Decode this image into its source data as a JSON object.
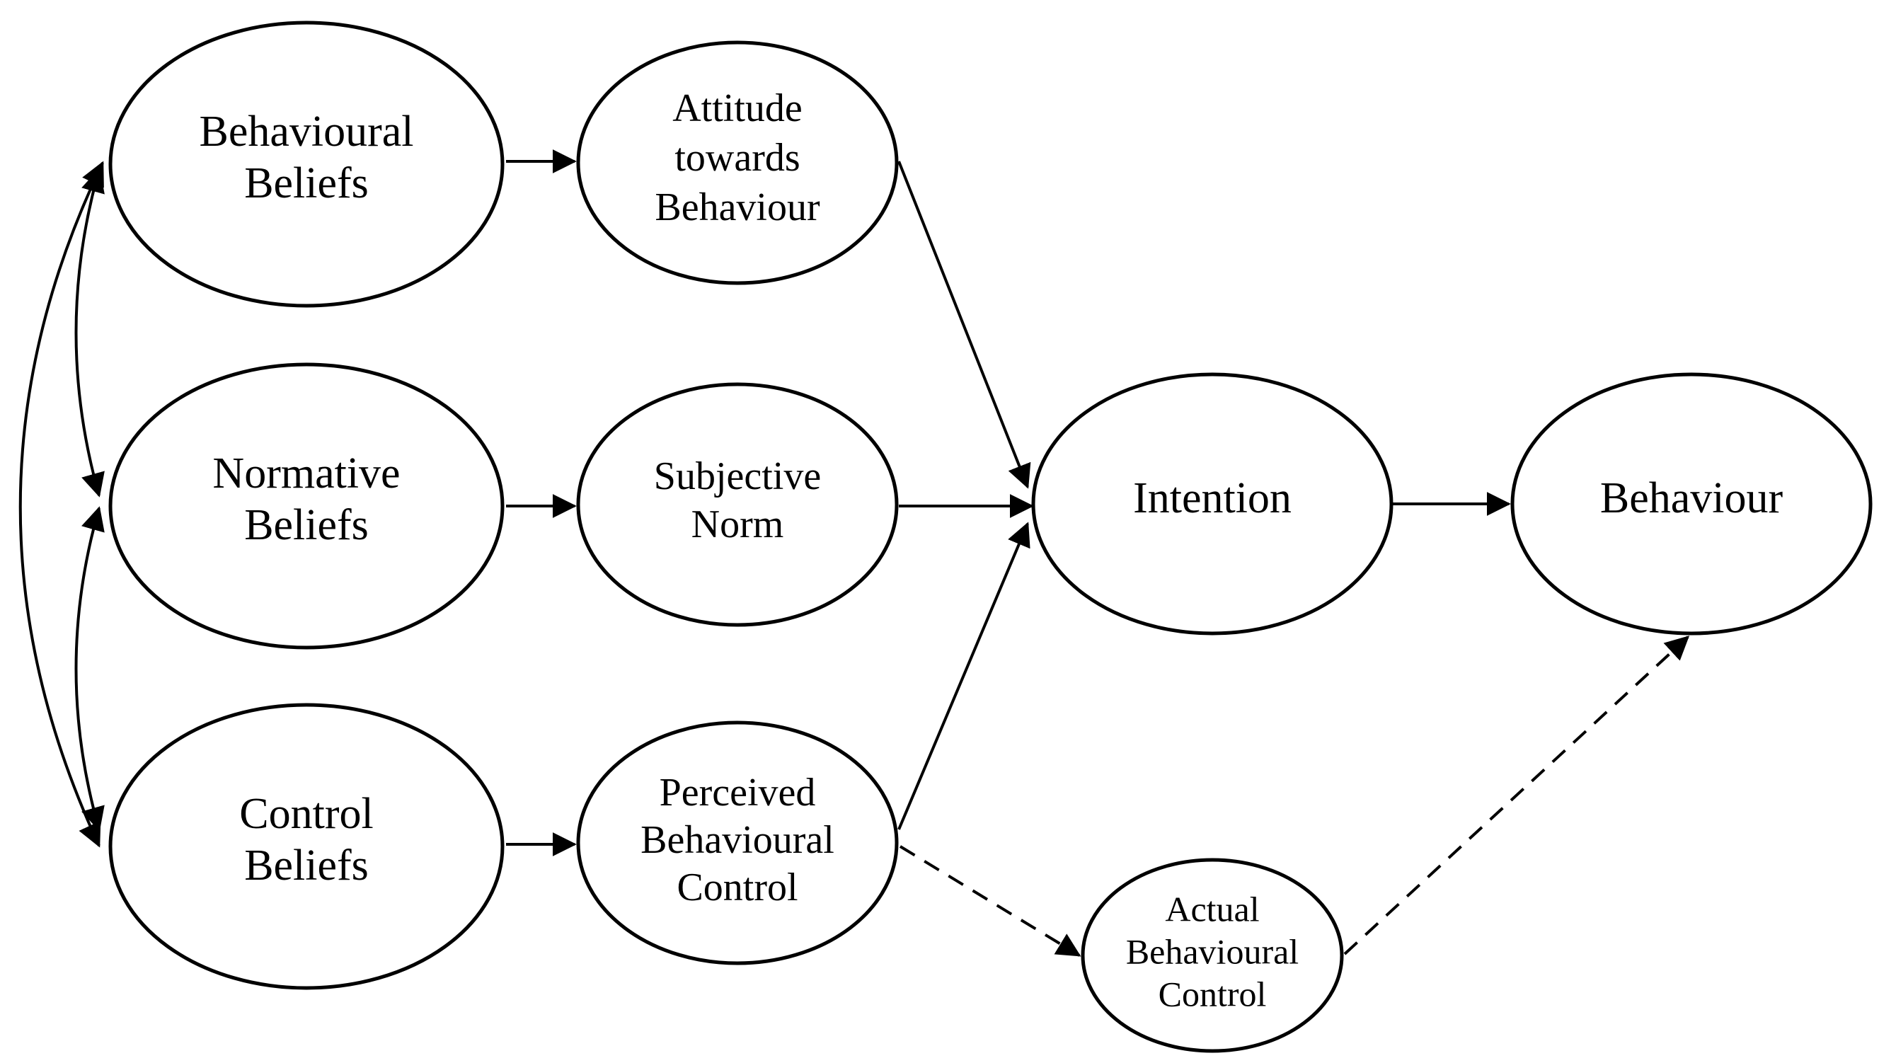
{
  "diagram": {
    "nodes": {
      "behavioural_beliefs": {
        "lines": [
          "Behavioural",
          "Beliefs"
        ]
      },
      "normative_beliefs": {
        "lines": [
          "Normative",
          "Beliefs"
        ]
      },
      "control_beliefs": {
        "lines": [
          "Control",
          "Beliefs"
        ]
      },
      "attitude": {
        "lines": [
          "Attitude",
          "towards",
          "Behaviour"
        ]
      },
      "subjective_norm": {
        "lines": [
          "Subjective",
          "Norm"
        ]
      },
      "perceived_control": {
        "lines": [
          "Perceived",
          "Behavioural",
          "Control"
        ]
      },
      "intention": {
        "lines": [
          "Intention"
        ]
      },
      "behaviour": {
        "lines": [
          "Behaviour"
        ]
      },
      "actual_control": {
        "lines": [
          "Actual",
          "Behavioural",
          "Control"
        ]
      }
    },
    "edges": [
      {
        "from": "behavioural_beliefs",
        "to": "attitude",
        "style": "solid"
      },
      {
        "from": "normative_beliefs",
        "to": "subjective_norm",
        "style": "solid"
      },
      {
        "from": "control_beliefs",
        "to": "perceived_control",
        "style": "solid"
      },
      {
        "from": "attitude",
        "to": "intention",
        "style": "solid"
      },
      {
        "from": "subjective_norm",
        "to": "intention",
        "style": "solid"
      },
      {
        "from": "perceived_control",
        "to": "intention",
        "style": "solid"
      },
      {
        "from": "intention",
        "to": "behaviour",
        "style": "solid"
      },
      {
        "from": "perceived_control",
        "to": "actual_control",
        "style": "dashed"
      },
      {
        "from": "actual_control",
        "to": "behaviour",
        "style": "dashed"
      },
      {
        "from": "behavioural_beliefs",
        "to": "normative_beliefs",
        "style": "solid",
        "bidirectional": true
      },
      {
        "from": "normative_beliefs",
        "to": "control_beliefs",
        "style": "solid",
        "bidirectional": true
      },
      {
        "from": "behavioural_beliefs",
        "to": "control_beliefs",
        "style": "solid",
        "bidirectional": true
      }
    ]
  }
}
